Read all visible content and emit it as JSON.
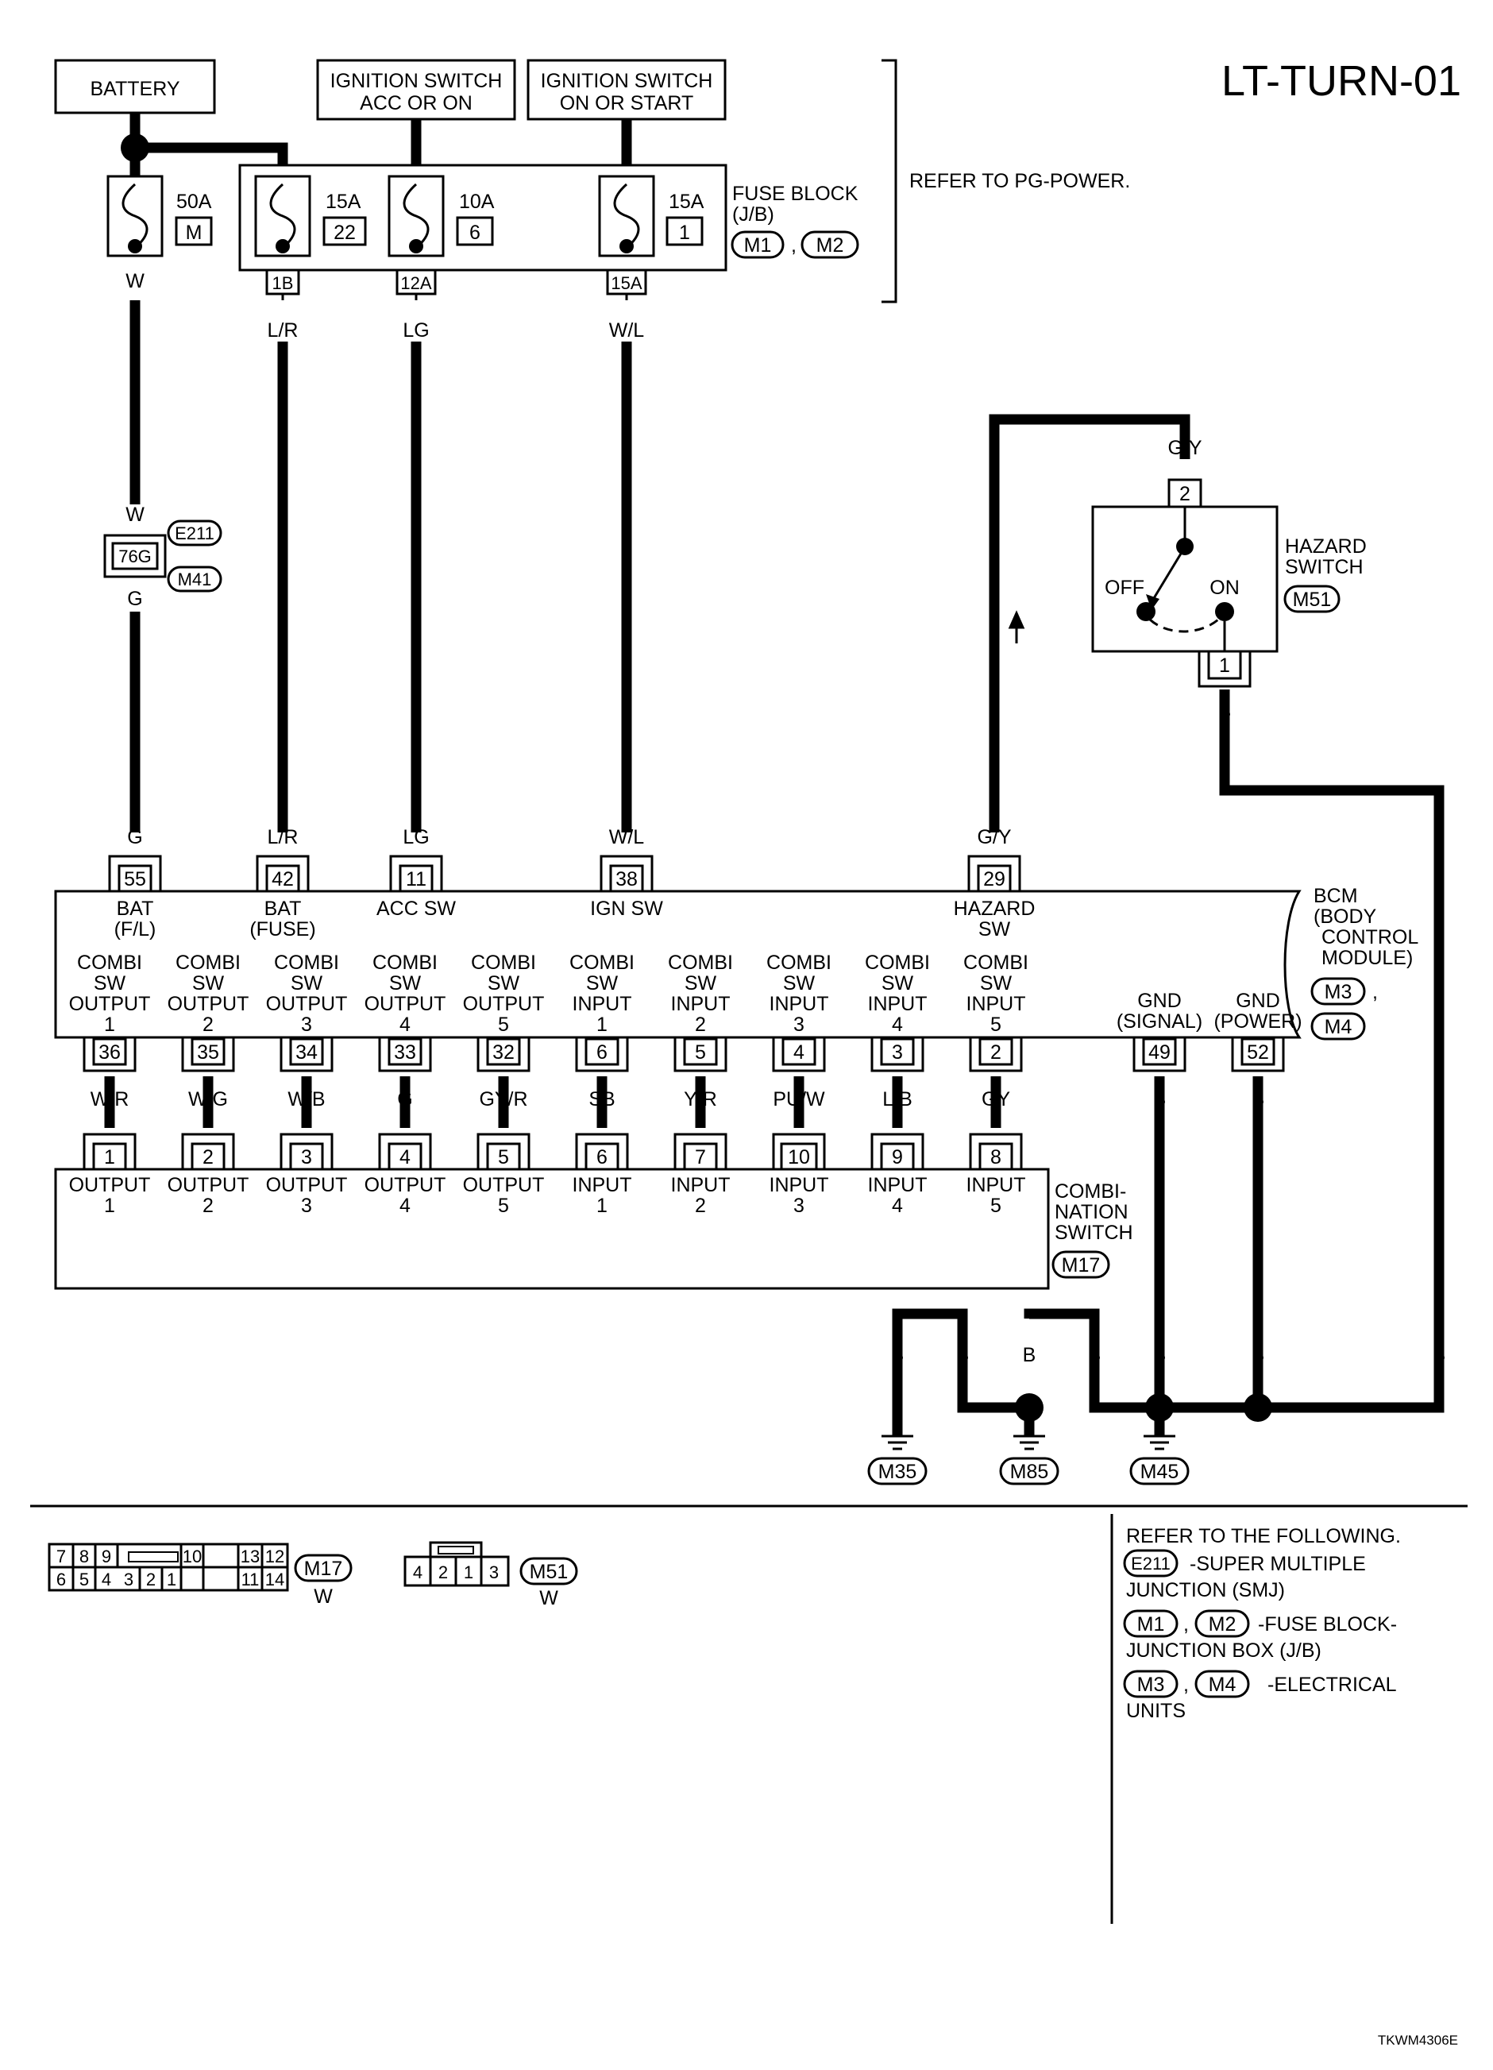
{
  "page": {
    "title": "LT-TURN-01",
    "figure_code": "TKWM4306E"
  },
  "power": {
    "battery": "BATTERY",
    "ign_acc": [
      "IGNITION SWITCH",
      "ACC OR ON"
    ],
    "ign_start": [
      "IGNITION SWITCH",
      "ON OR START"
    ],
    "refer_pg": "REFER TO PG-POWER."
  },
  "fuse_block": {
    "label": [
      "FUSE BLOCK",
      "(J/B)"
    ],
    "connectors": [
      "M1",
      "M2"
    ],
    "separator": ",",
    "fuses": [
      {
        "amp": "50A",
        "num": "M"
      },
      {
        "amp": "15A",
        "num": "22",
        "term": "1B"
      },
      {
        "amp": "10A",
        "num": "6",
        "term": "12A"
      },
      {
        "amp": "15A",
        "num": "1",
        "term": "15A"
      }
    ]
  },
  "wires": {
    "battery": "W",
    "bat_fuse": "L/R",
    "acc": "LG",
    "ign": "W/L",
    "hazard": "G/Y",
    "ground": "B",
    "g": "G"
  },
  "joint": {
    "terminal": "76G",
    "connectors": [
      "E211",
      "M41"
    ]
  },
  "hazard_switch": {
    "label": [
      "HAZARD",
      "SWITCH"
    ],
    "connector": "M51",
    "off": "OFF",
    "on": "ON",
    "pin_top": "2",
    "pin_bottom": "1"
  },
  "bcm": {
    "label": [
      "BCM",
      "(BODY",
      "CONTROL",
      "MODULE)"
    ],
    "connectors": [
      "M3",
      "M4"
    ],
    "separator": ",",
    "top_pins": [
      {
        "pin": "55",
        "wire": "G",
        "name": [
          "BAT",
          "(F/L)"
        ]
      },
      {
        "pin": "42",
        "wire": "L/R",
        "name": [
          "BAT",
          "(FUSE)"
        ]
      },
      {
        "pin": "11",
        "wire": "LG",
        "name": [
          "ACC SW"
        ]
      },
      {
        "pin": "38",
        "wire": "W/L",
        "name": [
          "IGN SW"
        ]
      },
      {
        "pin": "29",
        "wire": "G/Y",
        "name": [
          "HAZARD",
          "SW"
        ]
      }
    ],
    "bottom_pins": [
      {
        "pin": "36",
        "wire": "W/R",
        "name": [
          "COMBI",
          "SW",
          "OUTPUT",
          "1"
        ]
      },
      {
        "pin": "35",
        "wire": "W/G",
        "name": [
          "COMBI",
          "SW",
          "OUTPUT",
          "2"
        ]
      },
      {
        "pin": "34",
        "wire": "W/B",
        "name": [
          "COMBI",
          "SW",
          "OUTPUT",
          "3"
        ]
      },
      {
        "pin": "33",
        "wire": "G",
        "name": [
          "COMBI",
          "SW",
          "OUTPUT",
          "4"
        ]
      },
      {
        "pin": "32",
        "wire": "GY/R",
        "name": [
          "COMBI",
          "SW",
          "OUTPUT",
          "5"
        ]
      },
      {
        "pin": "6",
        "wire": "SB",
        "name": [
          "COMBI",
          "SW",
          "INPUT",
          "1"
        ]
      },
      {
        "pin": "5",
        "wire": "Y/R",
        "name": [
          "COMBI",
          "SW",
          "INPUT",
          "2"
        ]
      },
      {
        "pin": "4",
        "wire": "PU/W",
        "name": [
          "COMBI",
          "SW",
          "INPUT",
          "3"
        ]
      },
      {
        "pin": "3",
        "wire": "L/B",
        "name": [
          "COMBI",
          "SW",
          "INPUT",
          "4"
        ]
      },
      {
        "pin": "2",
        "wire": "GY",
        "name": [
          "COMBI",
          "SW",
          "INPUT",
          "5"
        ]
      }
    ],
    "gnd_pins": [
      {
        "pin": "49",
        "wire": "B",
        "name": [
          "GND",
          "(SIGNAL)"
        ]
      },
      {
        "pin": "52",
        "wire": "B",
        "name": [
          "GND",
          "(POWER)"
        ]
      }
    ]
  },
  "combination_switch": {
    "label": [
      "COMBI-",
      "NATION",
      "SWITCH"
    ],
    "connector": "M17",
    "pins": [
      {
        "pin": "1",
        "name": [
          "OUTPUT",
          "1"
        ]
      },
      {
        "pin": "2",
        "name": [
          "OUTPUT",
          "2"
        ]
      },
      {
        "pin": "3",
        "name": [
          "OUTPUT",
          "3"
        ]
      },
      {
        "pin": "4",
        "name": [
          "OUTPUT",
          "4"
        ]
      },
      {
        "pin": "5",
        "name": [
          "OUTPUT",
          "5"
        ]
      },
      {
        "pin": "6",
        "name": [
          "INPUT",
          "1"
        ]
      },
      {
        "pin": "7",
        "name": [
          "INPUT",
          "2"
        ]
      },
      {
        "pin": "10",
        "name": [
          "INPUT",
          "3"
        ]
      },
      {
        "pin": "9",
        "name": [
          "INPUT",
          "4"
        ]
      },
      {
        "pin": "8",
        "name": [
          "INPUT",
          "5"
        ]
      }
    ]
  },
  "grounds": [
    "M35",
    "M85",
    "M45"
  ],
  "connector_views": {
    "m17": {
      "top_row": [
        "7",
        "8",
        "9",
        "10",
        "13",
        "12"
      ],
      "bottom_row": [
        "6",
        "5",
        "4",
        "3",
        "2",
        "1",
        "11",
        "14"
      ],
      "id": "M17",
      "color": "W"
    },
    "m51": {
      "cells": [
        "4",
        "2",
        "1",
        "3"
      ],
      "id": "M51",
      "color": "W"
    }
  },
  "reference": {
    "heading": "REFER TO THE FOLLOWING.",
    "e211": {
      "conn": "E211",
      "text": [
        "-SUPER MULTIPLE",
        "JUNCTION (SMJ)"
      ]
    },
    "fuse": {
      "conns": [
        "M1",
        "M2"
      ],
      "sep": ",",
      "text": [
        "-FUSE BLOCK-",
        "JUNCTION BOX (J/B)"
      ]
    },
    "units": {
      "conns": [
        "M3",
        "M4"
      ],
      "sep": ",",
      "text": [
        "-ELECTRICAL",
        "UNITS"
      ]
    }
  }
}
